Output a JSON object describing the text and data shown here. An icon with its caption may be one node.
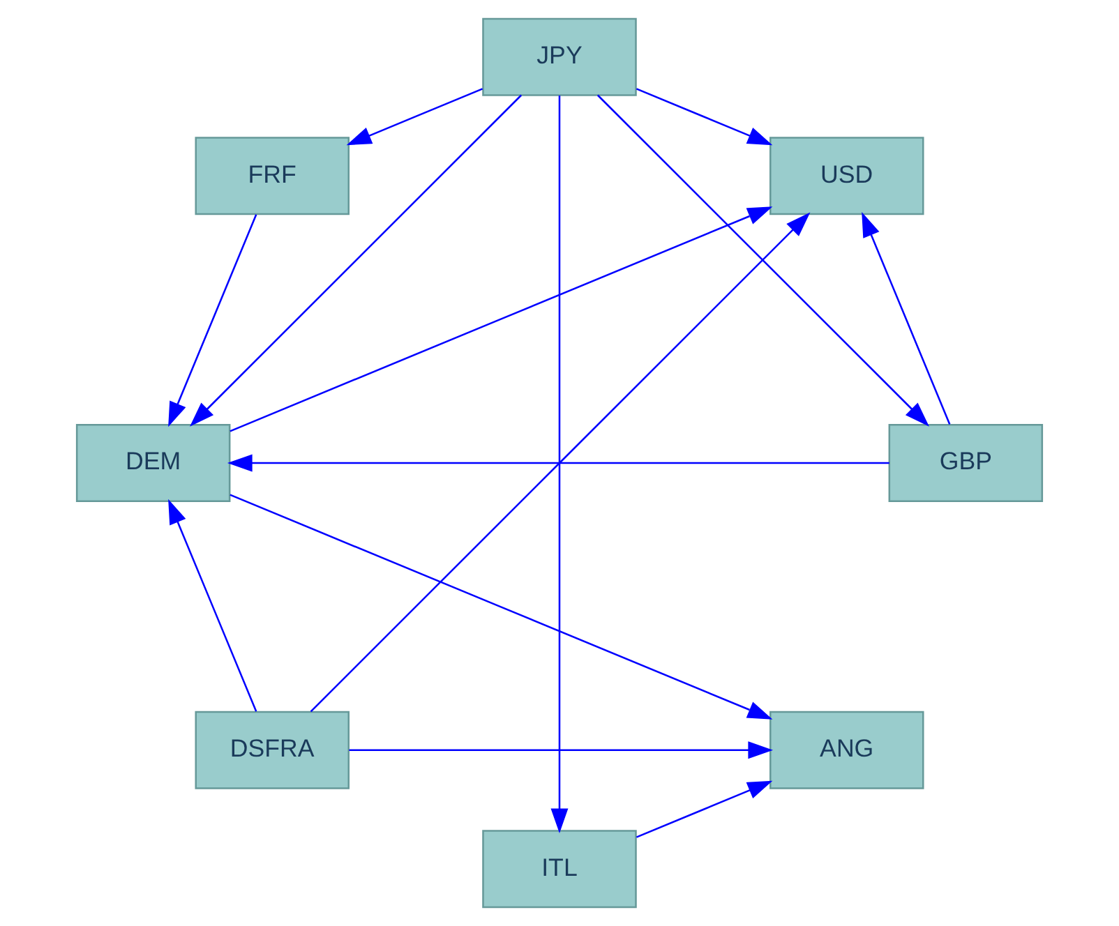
{
  "diagram": {
    "nodes": [
      {
        "text": [
          "USD"
        ]
      },
      {
        "text": [
          "FRF"
        ]
      },
      {
        "text": [
          "ITL"
        ]
      },
      {
        "text": [
          "JPY"
        ]
      },
      {
        "text": [
          "DEM"
        ]
      },
      {
        "text": [
          "ANG"
        ]
      },
      {
        "text": [
          "DSFRA"
        ]
      },
      {
        "text": [
          "GBP"
        ]
      }
    ],
    "edges": [
      {
        "from": 3,
        "to": 1,
        "arrow": "to"
      },
      {
        "from": 3,
        "to": 0,
        "arrow": "to"
      },
      {
        "from": 3,
        "to": 2,
        "arrow": "to"
      },
      {
        "from": 3,
        "to": 4,
        "arrow": "to"
      },
      {
        "from": 3,
        "to": 7,
        "arrow": "to"
      },
      {
        "from": 1,
        "to": 4,
        "arrow": "to"
      },
      {
        "from": 2,
        "to": 5,
        "arrow": "to"
      },
      {
        "from": 4,
        "to": 0,
        "arrow": "to"
      },
      {
        "from": 4,
        "to": 5,
        "arrow": "to"
      },
      {
        "from": 7,
        "to": 0,
        "arrow": "to"
      },
      {
        "from": 7,
        "to": 4,
        "arrow": "to"
      },
      {
        "from": 6,
        "to": 0,
        "arrow": "to"
      },
      {
        "from": 6,
        "to": 4,
        "arrow": "to"
      },
      {
        "from": 6,
        "to": 5,
        "arrow": "to"
      }
    ]
  }
}
